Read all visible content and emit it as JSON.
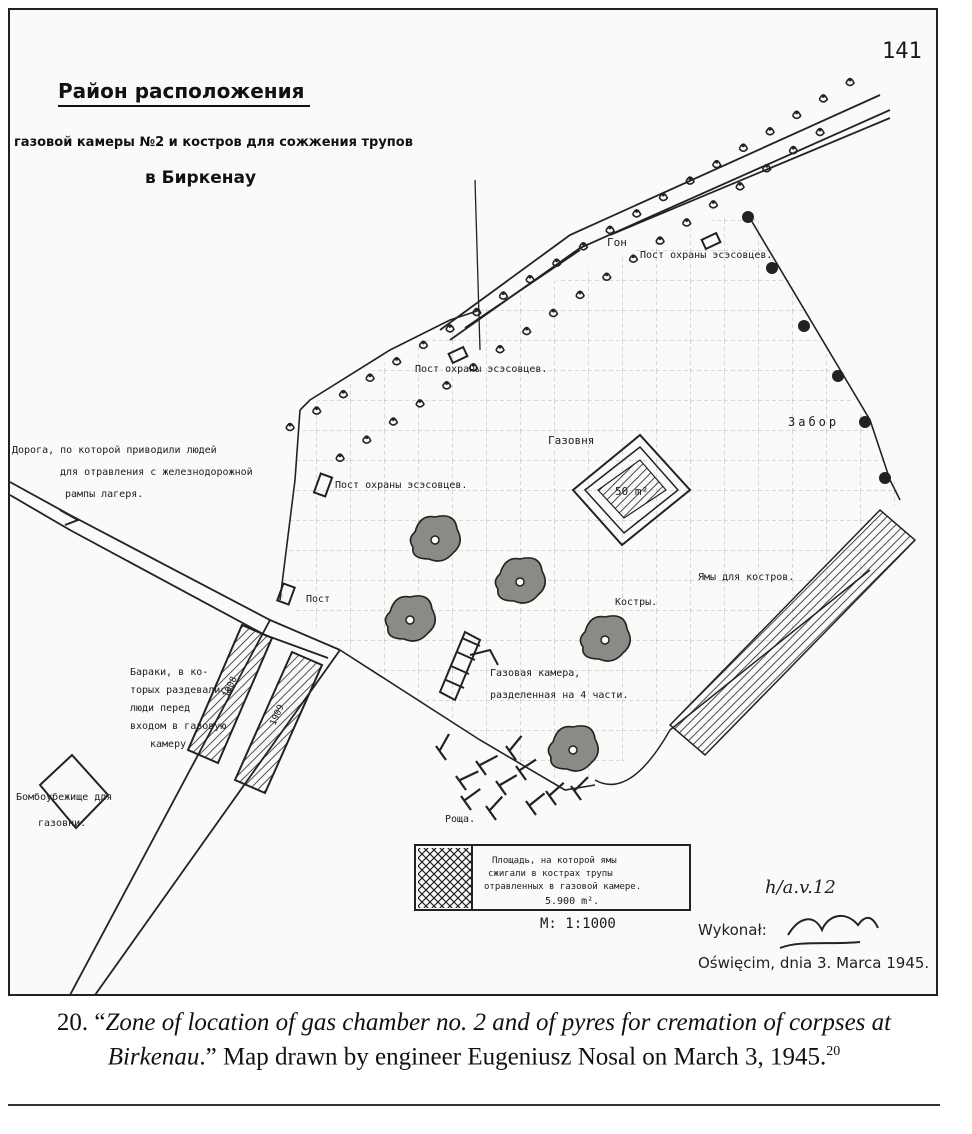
{
  "map": {
    "title_line1": "Район расположения",
    "title_line2": "газовой камеры №2 и костров для сожжения трупов",
    "title_line3": "в Биркенау",
    "page_number": "141",
    "labels": {
      "road": "Гон",
      "guard_post_right": "Пост охраны эсэсовцев.",
      "guard_post_top": "Пост охраны эсэсовцев.",
      "guard_post_mid": "Пост охраны эсэсовцев.",
      "guard_post_small": "Пост",
      "fence": "Забор",
      "gas_chamber_area": "Газовня",
      "gas_chamber_value": "50 m²",
      "pyres_area": "Ямы для костров.",
      "pyres": "Костры.",
      "path_line1": "Дорога, по которой приводили людей",
      "path_line2": "для отравления с железнодорожной",
      "path_line3": "рампы лагеря.",
      "barracks_line1": "Бараки, в ко-",
      "barracks_line2": "торых раздевались",
      "barracks_line3": "люди перед",
      "barracks_line4": "входом в газовую",
      "barracks_line5": "камеру.",
      "barrack_left_label": "1908",
      "barrack_right_label": "1909",
      "gas_chamber_line1": "Газовая камера,",
      "gas_chamber_line2": "разделенная на 4 части.",
      "bunker_line1": "Бомбоубежище для",
      "bunker_line2": "газовни.",
      "forest": "Роща.",
      "legend_line1": "Площадь, на которой ямы",
      "legend_line2": "сжигали в кострах трупы",
      "legend_line3": "отравленных в газовой камере.",
      "legend_value": "5.900 m².",
      "scale": "М: 1:1000",
      "reference": "h/a.v.12",
      "signed_by": "Wykonał:",
      "date_line": "Oświęcim, dnia 3. Marca 1945."
    }
  },
  "caption": {
    "number": "20. “",
    "italic": "Zone of location of gas chamber  no. 2 and of pyres for cremation of corpses at Birkenau",
    "rest": ".” Map drawn by engineer Eugeniusz Nosal on March 3, 1945.",
    "footnote": "20"
  }
}
